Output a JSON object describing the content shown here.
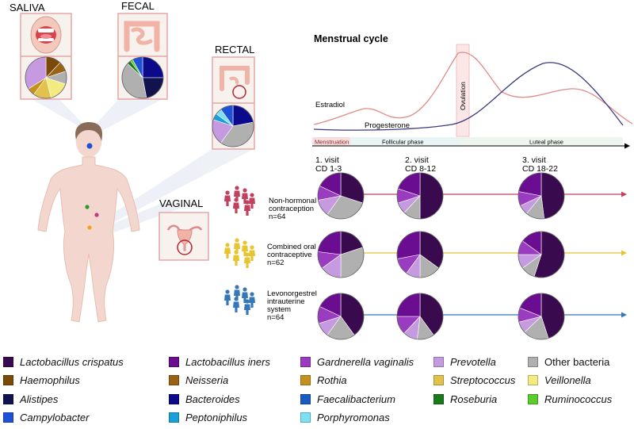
{
  "sites": {
    "saliva": "SALIVA",
    "fecal": "FECAL",
    "rectal": "RECTAL",
    "vaginal": "VAGINAL"
  },
  "cycle": {
    "title": "Menstrual cycle",
    "estradiol": "Estradiol",
    "progesterone": "Progesterone",
    "ovulation": "Ovulation",
    "phases": [
      "Menstruation",
      "Follicular phase",
      "Luteal phase"
    ],
    "visits": [
      {
        "name": "1. visit",
        "days": "CD 1-3"
      },
      {
        "name": "2. visit",
        "days": "CD 8-12"
      },
      {
        "name": "3. visit",
        "days": "CD 18-22"
      }
    ]
  },
  "groups": [
    {
      "lines": [
        "Non-hormonal",
        "contraception",
        "n=64"
      ],
      "color": "#c1405e"
    },
    {
      "lines": [
        "Combined oral",
        "contraceptive",
        "n=62"
      ],
      "color": "#e8c431"
    },
    {
      "lines": [
        "Levonorgestrel",
        "intrauterine",
        "system",
        "n=64"
      ],
      "color": "#3578b8"
    }
  ],
  "legend": [
    {
      "label": "Lactobacillus crispatus",
      "italic": true,
      "color": "#3a0a4f"
    },
    {
      "label": "Lactobacillus iners",
      "italic": true,
      "color": "#6a0d91"
    },
    {
      "label": "Gardnerella vaginalis",
      "italic": true,
      "color": "#9a3cbf"
    },
    {
      "label": "Prevotella",
      "italic": true,
      "color": "#c59ae0"
    },
    {
      "label": "Other bacteria",
      "italic": false,
      "color": "#b0b0b0"
    },
    {
      "label": "Haemophilus",
      "italic": true,
      "color": "#7a4a08"
    },
    {
      "label": "Neisseria",
      "italic": true,
      "color": "#9a6214"
    },
    {
      "label": "Rothia",
      "italic": true,
      "color": "#c4901e"
    },
    {
      "label": "Streptococcus",
      "italic": true,
      "color": "#e2c24c"
    },
    {
      "label": "Veillonella",
      "italic": true,
      "color": "#f4eb80"
    },
    {
      "label": "Alistipes",
      "italic": true,
      "color": "#12124e"
    },
    {
      "label": "Bacteroides",
      "italic": true,
      "color": "#0a0a8a"
    },
    {
      "label": "Faecalibacterium",
      "italic": true,
      "color": "#1a5bbf"
    },
    {
      "label": "Roseburia",
      "italic": true,
      "color": "#1a7a1a"
    },
    {
      "label": "Ruminococcus",
      "italic": true,
      "color": "#5ccc2a"
    },
    {
      "label": "Campylobacter",
      "italic": true,
      "color": "#1e50d8"
    },
    {
      "label": "Peptoniphilus",
      "italic": true,
      "color": "#1aa0d8"
    },
    {
      "label": "Porphyromonas",
      "italic": true,
      "color": "#7de0f4"
    }
  ],
  "site_pies": {
    "saliva": [
      {
        "taxon": "Haemophilus",
        "value": 0.12
      },
      {
        "taxon": "Neisseria",
        "value": 0.08
      },
      {
        "taxon": "Other bacteria",
        "value": 0.1
      },
      {
        "taxon": "Veillonella",
        "value": 0.16
      },
      {
        "taxon": "Streptococcus",
        "value": 0.14
      },
      {
        "taxon": "Rothia",
        "value": 0.06
      },
      {
        "taxon": "Prevotella",
        "value": 0.34
      }
    ],
    "fecal": [
      {
        "taxon": "Bacteroides",
        "value": 0.25
      },
      {
        "taxon": "Alistipes",
        "value": 0.22
      },
      {
        "taxon": "Other bacteria",
        "value": 0.4
      },
      {
        "taxon": "Roseburia",
        "value": 0.03
      },
      {
        "taxon": "Ruminococcus",
        "value": 0.02
      },
      {
        "taxon": "Campylobacter",
        "value": 0.08
      }
    ],
    "rectal": [
      {
        "taxon": "Bacteroides",
        "value": 0.22
      },
      {
        "taxon": "Other bacteria",
        "value": 0.38
      },
      {
        "taxon": "Prevotella",
        "value": 0.2
      },
      {
        "taxon": "Peptoniphilus",
        "value": 0.05
      },
      {
        "taxon": "Porphyromonas",
        "value": 0.05
      },
      {
        "taxon": "Campylobacter",
        "value": 0.1
      }
    ]
  },
  "vaginal_pies": [
    [
      [
        {
          "taxon": "Lactobacillus crispatus",
          "value": 0.3
        },
        {
          "taxon": "Other bacteria",
          "value": 0.3
        },
        {
          "taxon": "Prevotella",
          "value": 0.12
        },
        {
          "taxon": "Gardnerella vaginalis",
          "value": 0.1
        },
        {
          "taxon": "Lactobacillus iners",
          "value": 0.18
        }
      ],
      [
        {
          "taxon": "Lactobacillus crispatus",
          "value": 0.5
        },
        {
          "taxon": "Other bacteria",
          "value": 0.12
        },
        {
          "taxon": "Prevotella",
          "value": 0.08
        },
        {
          "taxon": "Gardnerella vaginalis",
          "value": 0.1
        },
        {
          "taxon": "Lactobacillus iners",
          "value": 0.2
        }
      ],
      [
        {
          "taxon": "Lactobacillus crispatus",
          "value": 0.48
        },
        {
          "taxon": "Other bacteria",
          "value": 0.13
        },
        {
          "taxon": "Prevotella",
          "value": 0.07
        },
        {
          "taxon": "Gardnerella vaginalis",
          "value": 0.1
        },
        {
          "taxon": "Lactobacillus iners",
          "value": 0.22
        }
      ]
    ],
    [
      [
        {
          "taxon": "Lactobacillus crispatus",
          "value": 0.2
        },
        {
          "taxon": "Other bacteria",
          "value": 0.3
        },
        {
          "taxon": "Prevotella",
          "value": 0.15
        },
        {
          "taxon": "Gardnerella vaginalis",
          "value": 0.12
        },
        {
          "taxon": "Lactobacillus iners",
          "value": 0.23
        }
      ],
      [
        {
          "taxon": "Lactobacillus crispatus",
          "value": 0.35
        },
        {
          "taxon": "Other bacteria",
          "value": 0.15
        },
        {
          "taxon": "Prevotella",
          "value": 0.1
        },
        {
          "taxon": "Gardnerella vaginalis",
          "value": 0.12
        },
        {
          "taxon": "Lactobacillus iners",
          "value": 0.28
        }
      ],
      [
        {
          "taxon": "Lactobacillus crispatus",
          "value": 0.55
        },
        {
          "taxon": "Other bacteria",
          "value": 0.1
        },
        {
          "taxon": "Prevotella",
          "value": 0.1
        },
        {
          "taxon": "Gardnerella vaginalis",
          "value": 0.1
        },
        {
          "taxon": "Lactobacillus iners",
          "value": 0.15
        }
      ]
    ],
    [
      [
        {
          "taxon": "Lactobacillus crispatus",
          "value": 0.4
        },
        {
          "taxon": "Other bacteria",
          "value": 0.2
        },
        {
          "taxon": "Prevotella",
          "value": 0.1
        },
        {
          "taxon": "Gardnerella vaginalis",
          "value": 0.12
        },
        {
          "taxon": "Lactobacillus iners",
          "value": 0.18
        }
      ],
      [
        {
          "taxon": "Lactobacillus crispatus",
          "value": 0.4
        },
        {
          "taxon": "Other bacteria",
          "value": 0.12
        },
        {
          "taxon": "Prevotella",
          "value": 0.1
        },
        {
          "taxon": "Gardnerella vaginalis",
          "value": 0.13
        },
        {
          "taxon": "Lactobacillus iners",
          "value": 0.25
        }
      ],
      [
        {
          "taxon": "Lactobacillus crispatus",
          "value": 0.45
        },
        {
          "taxon": "Other bacteria",
          "value": 0.18
        },
        {
          "taxon": "Prevotella",
          "value": 0.08
        },
        {
          "taxon": "Gardnerella vaginalis",
          "value": 0.1
        },
        {
          "taxon": "Lactobacillus iners",
          "value": 0.19
        }
      ]
    ]
  ]
}
